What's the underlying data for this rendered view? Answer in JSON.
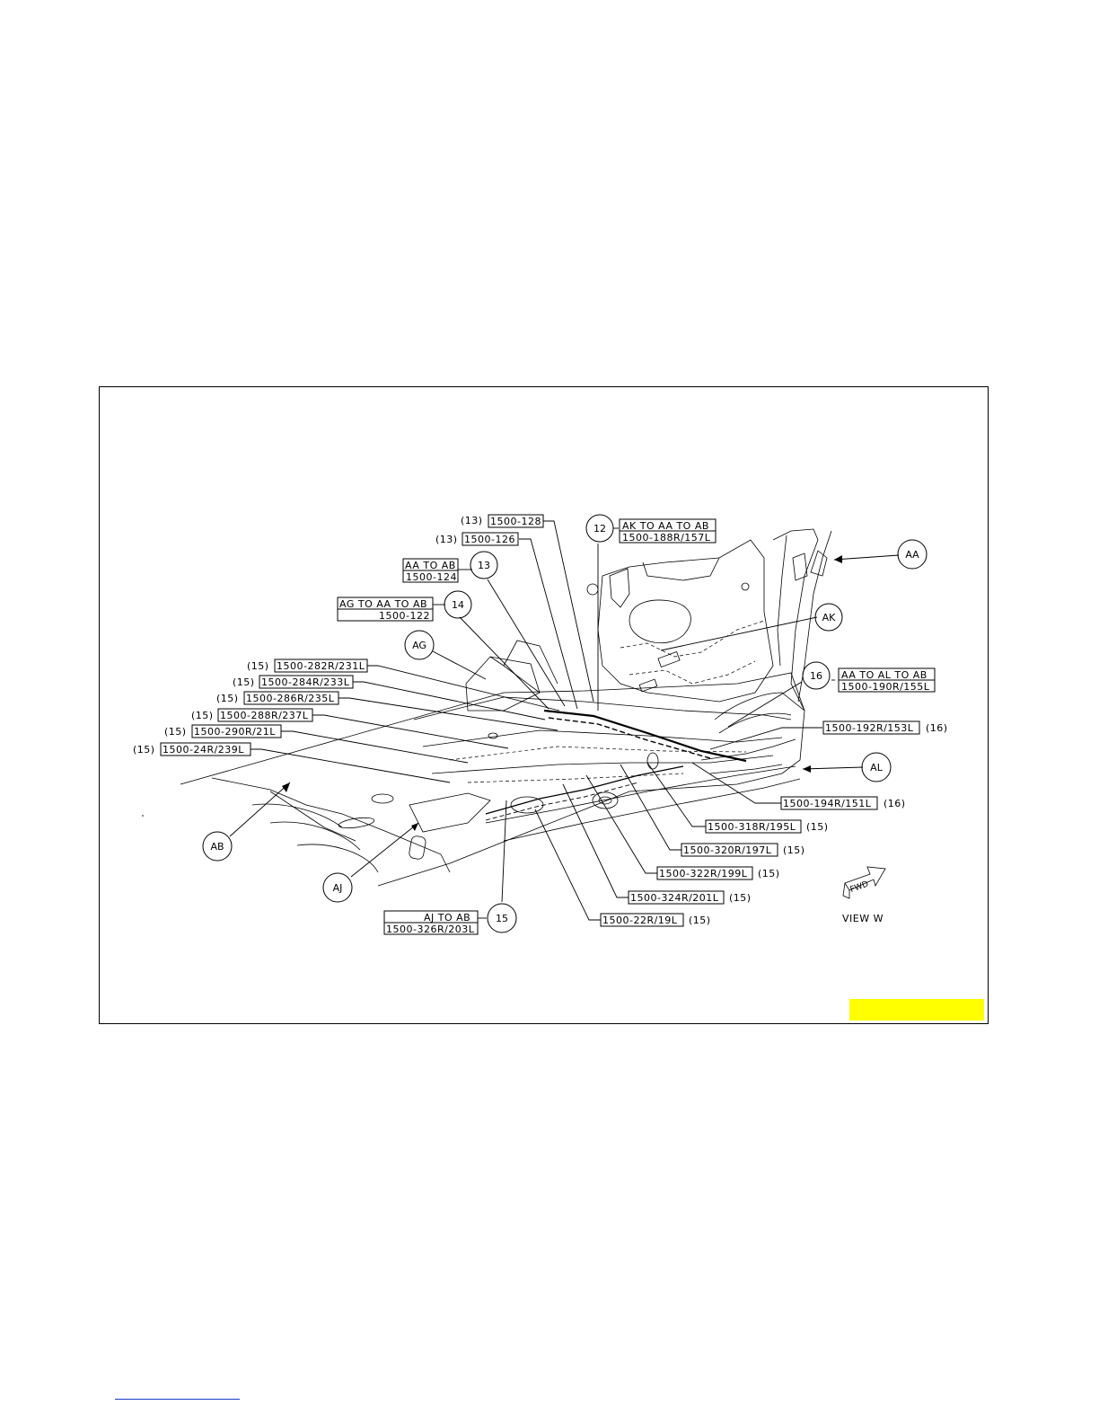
{
  "view_caption": "VIEW W",
  "fwd_label": "FWD",
  "colors": {
    "highlight": "#ffff00",
    "rule": "#1a3cc8",
    "ink": "#000000"
  },
  "callouts": {
    "c_13a": {
      "qty": "(13)",
      "part": "1500-128"
    },
    "c_13b": {
      "qty": "(13)",
      "part": "1500-126"
    },
    "c_12": {
      "bubble": "12",
      "route": "AK TO AA TO AB",
      "part": "1500-188R/157L"
    },
    "c_13": {
      "bubble": "13",
      "route": "AA TO AB",
      "part": "1500-124"
    },
    "c_14": {
      "bubble": "14",
      "route": "AG TO AA TO AB",
      "part": "1500-122"
    },
    "c_16": {
      "bubble": "16",
      "route": "AA TO AL TO AB",
      "part": "1500-190R/155L"
    },
    "c_192": {
      "qty": "(16)",
      "part": "1500-192R/153L"
    },
    "c_194": {
      "qty": "(16)",
      "part": "1500-194R/151L"
    },
    "c_15": {
      "bubble": "15",
      "route": "AJ TO AB",
      "part": "1500-326R/203L"
    },
    "left_stack": [
      {
        "qty": "(15)",
        "part": "1500-282R/231L"
      },
      {
        "qty": "(15)",
        "part": "1500-284R/233L"
      },
      {
        "qty": "(15)",
        "part": "1500-286R/235L"
      },
      {
        "qty": "(15)",
        "part": "1500-288R/237L"
      },
      {
        "qty": "(15)",
        "part": "1500-290R/21L"
      },
      {
        "qty": "(15)",
        "part": "1500-24R/239L"
      }
    ],
    "right_stack": [
      {
        "qty": "(15)",
        "part": "1500-318R/195L"
      },
      {
        "qty": "(15)",
        "part": "1500-320R/197L"
      },
      {
        "qty": "(15)",
        "part": "1500-322R/199L"
      },
      {
        "qty": "(15)",
        "part": "1500-324R/201L"
      },
      {
        "qty": "(15)",
        "part": "1500-22R/19L"
      }
    ]
  },
  "zones": {
    "AA": "AA",
    "AB": "AB",
    "AG": "AG",
    "AJ": "AJ",
    "AK": "AK",
    "AL": "AL"
  }
}
